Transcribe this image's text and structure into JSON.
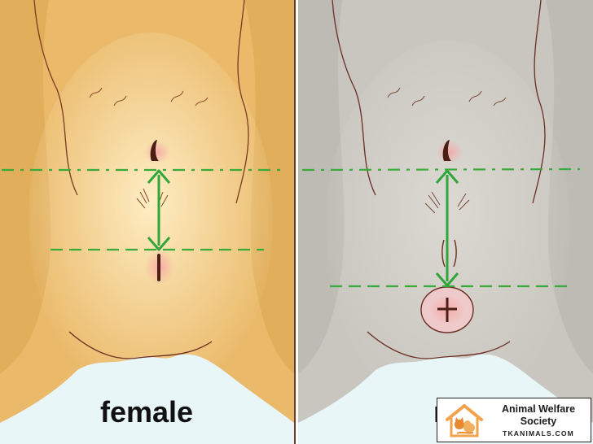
{
  "panels": [
    {
      "caption": "female",
      "fur_color": "#eab969"
    },
    {
      "caption": "m",
      "fur_color": "#c9c5bf"
    }
  ],
  "colors": {
    "guide_line": "#3aaa3a",
    "arrow": "#2fa53a",
    "snow": "#e9f6f8",
    "divider": "#6b3b2c",
    "outline": "#6b2e22",
    "pink": "#f2a3a0"
  },
  "watermark": {
    "title": "Animal Welfare Society",
    "url": "TKANIMALS.COM",
    "logo_icon": "house-pets-logo"
  }
}
